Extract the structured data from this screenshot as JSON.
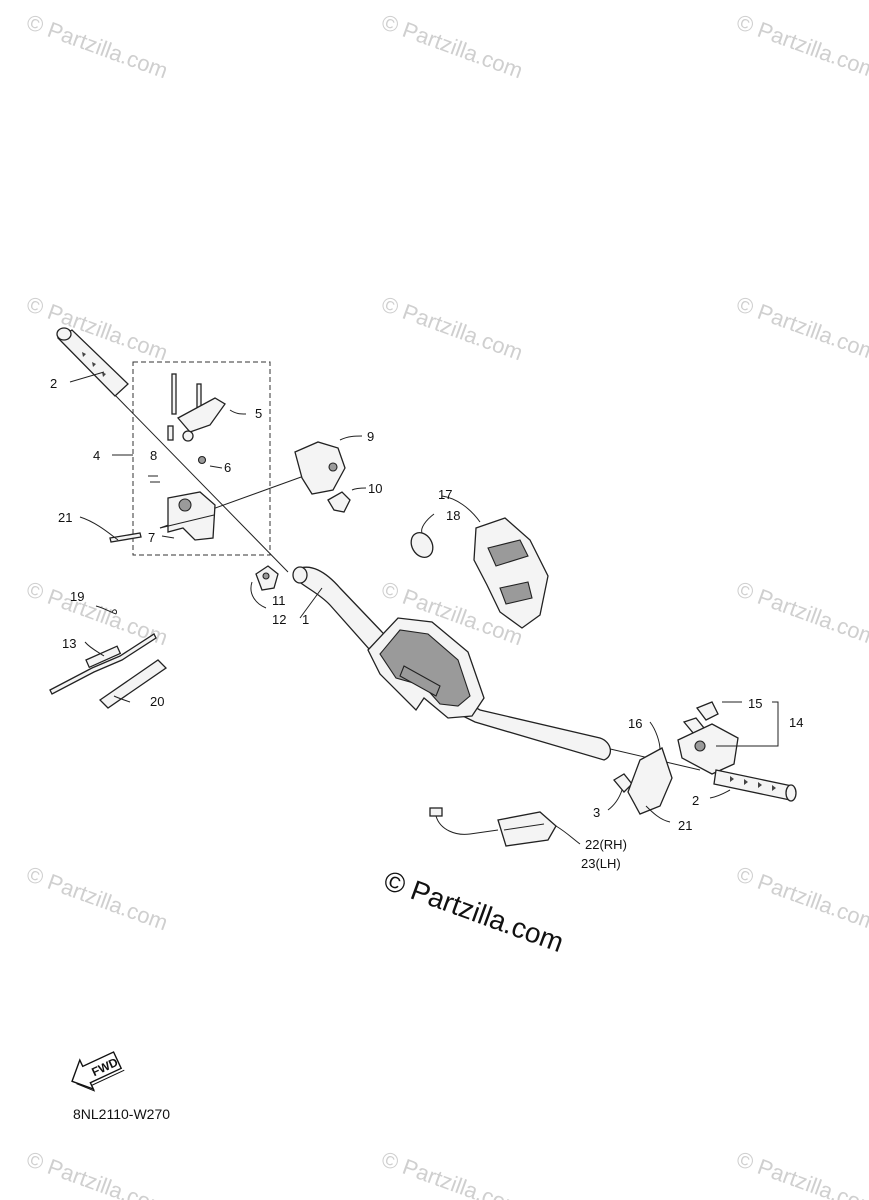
{
  "watermark": {
    "text": "© Partzilla.com",
    "copyright_icon": "©"
  },
  "diagram_code": "8NL2110-W270",
  "fwd_arrow_label": "FWD",
  "callouts": [
    {
      "id": "c1",
      "text": "1"
    },
    {
      "id": "c2a",
      "text": "2"
    },
    {
      "id": "c2b",
      "text": "2"
    },
    {
      "id": "c3",
      "text": "3"
    },
    {
      "id": "c4",
      "text": "4"
    },
    {
      "id": "c5",
      "text": "5"
    },
    {
      "id": "c6",
      "text": "6"
    },
    {
      "id": "c7",
      "text": "7"
    },
    {
      "id": "c8",
      "text": "8"
    },
    {
      "id": "c9",
      "text": "9"
    },
    {
      "id": "c10",
      "text": "10"
    },
    {
      "id": "c11",
      "text": "11"
    },
    {
      "id": "c12",
      "text": "12"
    },
    {
      "id": "c13",
      "text": "13"
    },
    {
      "id": "c14",
      "text": "14"
    },
    {
      "id": "c15",
      "text": "15"
    },
    {
      "id": "c16",
      "text": "16"
    },
    {
      "id": "c17",
      "text": "17"
    },
    {
      "id": "c18",
      "text": "18"
    },
    {
      "id": "c19",
      "text": "19"
    },
    {
      "id": "c20",
      "text": "20"
    },
    {
      "id": "c21a",
      "text": "21"
    },
    {
      "id": "c21b",
      "text": "21"
    },
    {
      "id": "c22",
      "text": "22(RH)"
    },
    {
      "id": "c23",
      "text": "23(LH)"
    }
  ]
}
